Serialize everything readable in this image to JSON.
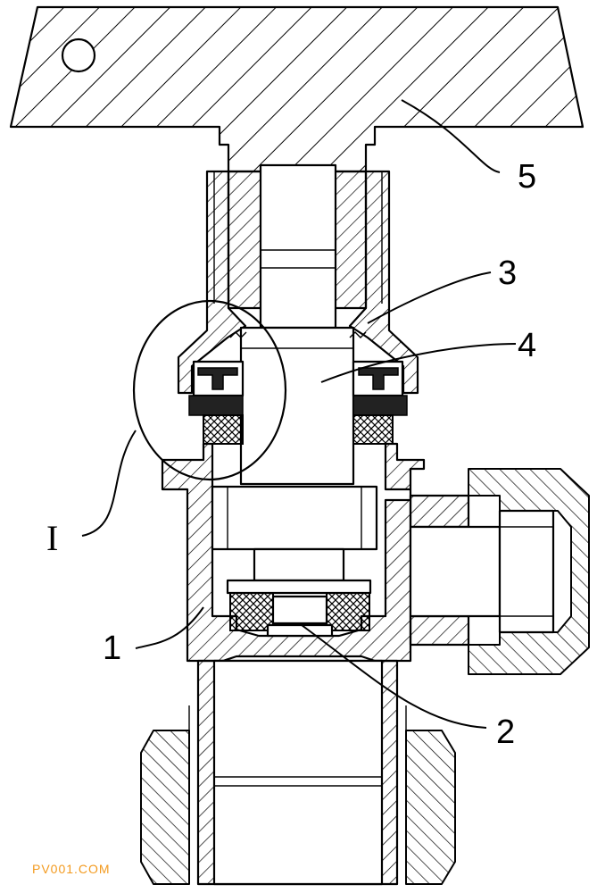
{
  "labels": {
    "part_5": "5",
    "part_3": "3",
    "part_4": "4",
    "part_1": "1",
    "part_2": "2",
    "detail_I": "I"
  },
  "watermark": "PV001.COM",
  "colors": {
    "line": "#000000",
    "background": "#ffffff",
    "watermark": "#f39a1e"
  }
}
